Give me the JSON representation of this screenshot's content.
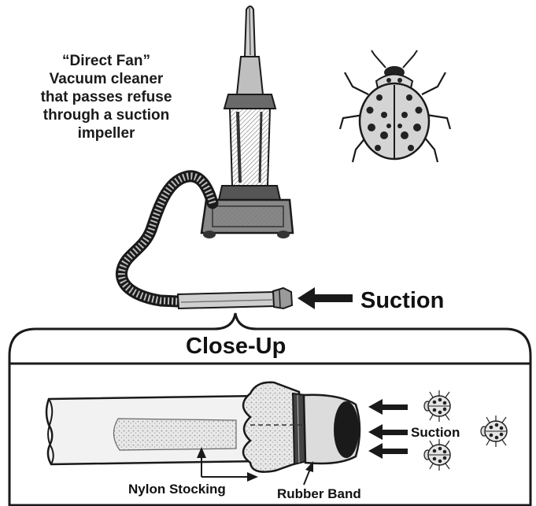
{
  "caption": {
    "line1": "“Direct Fan”",
    "line2": "Vacuum cleaner",
    "line3": "that passes refuse",
    "line4": "through a suction",
    "line5": "impeller"
  },
  "labels": {
    "suction_main": "Suction",
    "closeup": "Close-Up",
    "suction_small": "Suction",
    "nylon_stocking": "Nylon Stocking",
    "rubber_band": "Rubber Band"
  },
  "colors": {
    "ink": "#1a1a1a",
    "background": "#ffffff",
    "shading": "#8a8a8a"
  },
  "icons": {
    "vacuum": "upright-vacuum-cleaner-illustration",
    "beetle": "ladybug-beetle-illustration"
  }
}
